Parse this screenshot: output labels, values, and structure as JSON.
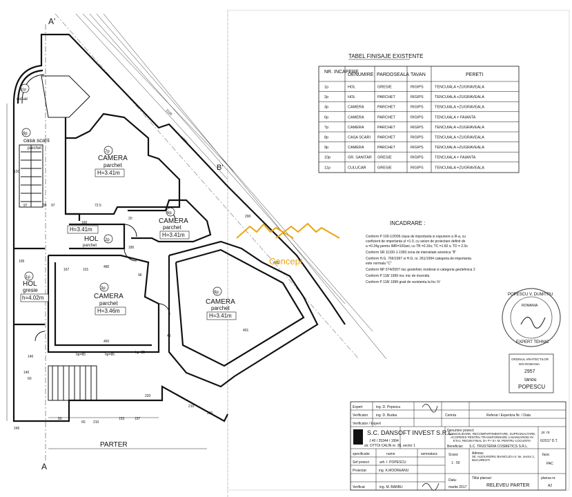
{
  "axes": {
    "a_prime": "A'",
    "a": "A",
    "b_prime": "B'"
  },
  "rooms": [
    {
      "id": "casa-scarii",
      "num": "8p",
      "name": "casa scarii",
      "floor": "parchet"
    },
    {
      "id": "camera-7",
      "num": "7p",
      "name": "CAMERA",
      "floor": "parchet",
      "height": "H=3.41m"
    },
    {
      "id": "camera-6",
      "num": "6p",
      "name": "CAMERA",
      "floor": "parchet",
      "height": "H=3.41m"
    },
    {
      "id": "hol-2",
      "num": "2p",
      "name": "HOL",
      "floor": "parchet",
      "height": "H=3.41m"
    },
    {
      "id": "hol-1",
      "num": "1p",
      "name": "HOL",
      "floor": "gresie",
      "height": "h=4.02m"
    },
    {
      "id": "camera-3",
      "num": "3p",
      "name": "CAMERA",
      "floor": "parchet",
      "height": "H=3.46m"
    },
    {
      "id": "camera-9",
      "num": "9p",
      "name": "CAMERA",
      "floor": "parchet",
      "height": "H=3.41m"
    },
    {
      "id": "culuar",
      "num": "11p",
      "name": "culuar",
      "floor": ""
    }
  ],
  "dimensions": [
    "97",
    "35",
    "97",
    "72.5",
    "160",
    "20",
    "180",
    "167",
    "101",
    "480",
    "460",
    "210",
    "153",
    "60",
    "245",
    "140",
    "157",
    "50",
    "140",
    "60",
    "130",
    "195",
    "96",
    "45",
    "220",
    "210",
    "230",
    "290",
    "405",
    "491",
    "1135",
    "1096",
    "hp=85",
    "hp=85",
    "hp=85"
  ],
  "plan_label": "PARTER",
  "finishes_table": {
    "title": "TABEL FINISAJE EXISTENTE",
    "headers": [
      "NR. INCAPERE",
      "DENUMIRE",
      "PARDOSEALA",
      "TAVAN",
      "PERETI"
    ],
    "rows": [
      [
        "1p",
        "HOL",
        "GRESIE",
        "RIGIPS",
        "TENCUIALA +ZUGRAVEALA"
      ],
      [
        "2p",
        "HOL",
        "PARCHET",
        "RIGIPS",
        "TENCUIALA +ZUGRAVEALA"
      ],
      [
        "3p",
        "CAMERA",
        "PARCHET",
        "RIGIPS",
        "TENCUIALA +ZUGRAVEALA"
      ],
      [
        "6p",
        "CAMERA",
        "PARCHET",
        "RIGIPS",
        "TENCUIALA + FAIANTA"
      ],
      [
        "7p",
        "CAMERA",
        "PARCHET",
        "RIGIPS",
        "TENCUIALA +ZUGRAVEALA"
      ],
      [
        "8p",
        "CASA SCARI",
        "PARCHET",
        "RIGIPS",
        "TENCUIALA +ZUGRAVEALA"
      ],
      [
        "9p",
        "CAMERA",
        "PARCHET",
        "RIGIPS",
        "TENCUIALA +ZUGRAVEALA"
      ],
      [
        "10p",
        "GR. SANITAR",
        "GRESIE",
        "RIGIPS",
        "TENCUIALA + FAIANTA"
      ],
      [
        "11p",
        "CULUCAR",
        "GRESIE",
        "RIGIPS",
        "TENCUIALA +ZUGRAVEALA"
      ]
    ]
  },
  "incadrare": {
    "title": "INCADRARE :",
    "lines": [
      "Conform P 100-1/2006 clasa de importanta si expunere a III-a, cu",
      "coeficient de importanta γI =1.0, cu seism de proiectare definit de",
      "a =0.24g pentru IMR=100ani, cu TB =0.16s; TC =1.60 s; TD = 2.0s",
      "Conform SR 11100-1-1993 zona de intensitate seismica \"8\"",
      "Conform H.G. 766/1997 si H.G. nr. 261/1994 categoria de importanta",
      "este normala \"C\"",
      "Conform NP 074/2007 risc geotehnic moderat si categoria geotehnica 2",
      "Conform P 118/ 1999 risc mic de incendiu",
      "Conform P 118/ 1999 grad de rezistenta la foc IV"
    ]
  },
  "watermark": "Concept",
  "architect_stamp": [
    "ORDINUL ARHITECTILOR",
    "DIN ROMANIA",
    "2957",
    "Ianou",
    "POPESCU"
  ],
  "round_stamp": [
    "POPESCU V. DUMITRU",
    "ROMANIA",
    "EXPERT TEHNIC"
  ],
  "title_block": {
    "rows_top": [
      {
        "role": "Expert",
        "name": "ing. D. Popescu"
      },
      {
        "role": "Verificator",
        "name": "ing. D. Budea"
      },
      {
        "role": "Verificator / Expert",
        "name": ""
      }
    ],
    "cerinta": "Cerinta",
    "referat": "Referat / Expertiza Nr. / Data",
    "company": "S.C. DANSOFT INVEST S.R.L.",
    "company_reg": "J 40 / 25344 / 1994",
    "company_addr": "str. OTTOI CALIN nr. 36, sector 1",
    "project_label": "Denumire proiect:",
    "project_text": "CONSOLIDARE, RECOMPARTIMENTARE, SUPRAINALTARE, ACOPERIS PENTRU TRANSFORMARE A MANSARDEI IN ETAJ, REGIM FINAL D+ P+ E+ M, PENTRU LOCUINTA",
    "beneficiar_label": "Beneficiar:",
    "beneficiar": "S.C. TRUSTERIA COSMETICS S.R.L.",
    "pr_label": "pr. nr.",
    "pr_value": "6/2017 D.T.",
    "roles": [
      {
        "role": "specificatie",
        "name": "nume",
        "sign": "semnatura"
      },
      {
        "role": "Sef proiect",
        "name": "arh. I. POPESCU",
        "sign": ""
      },
      {
        "role": "Proiectat",
        "name": "ing. K.MODREANU",
        "sign": ""
      },
      {
        "role": "Verificat",
        "name": "ing. M. BARBU",
        "sign": ""
      }
    ],
    "scara_label": "Scara:",
    "scara": "1 : 50",
    "data_label": "Data:",
    "data": "martie 2017",
    "adresa_label": "Adresa:",
    "adresa": "Str. ALEXANDRU BIANCUZA nr. 5e, sector 1, BUCURESTI",
    "titlu_label": "Titlul plansei:",
    "titlu": "RELEVEU PARTER",
    "faza_label": "faza:",
    "faza": "PAC",
    "plansa_label": "plansa nr.",
    "plansa": "A2"
  }
}
